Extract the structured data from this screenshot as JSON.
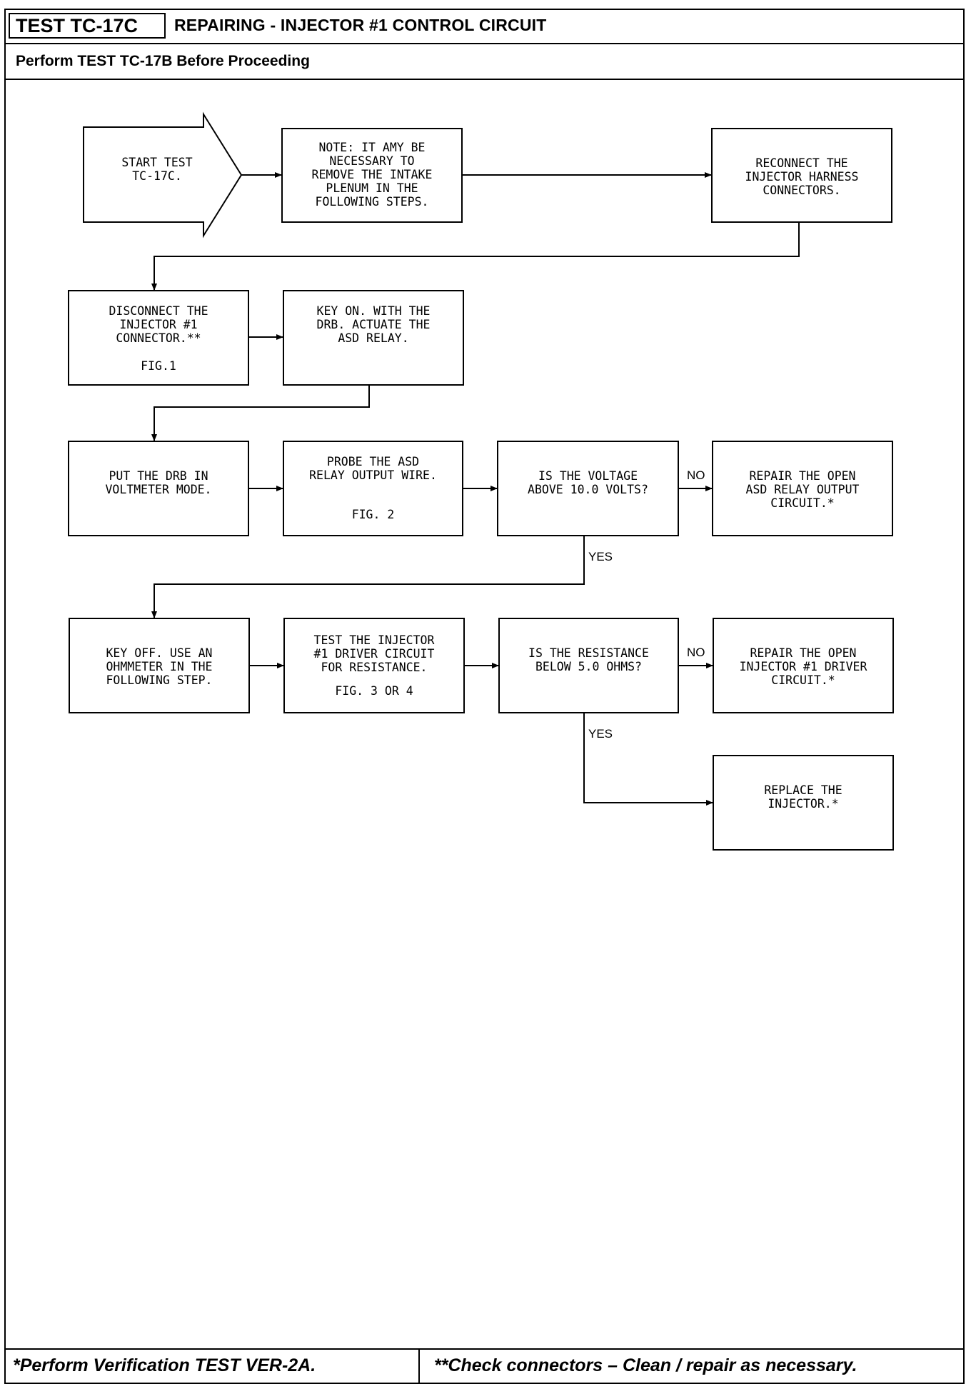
{
  "header": {
    "test_id": "TEST TC-17C",
    "title": "REPAIRING - INJECTOR #1 CONTROL CIRCUIT",
    "prerequisite": "Perform TEST TC-17B Before Proceeding"
  },
  "steps": {
    "start": "START TEST\nTC-17C.",
    "note": "NOTE: IT AMY BE\nNECESSARY TO\nREMOVE THE INTAKE\nPLENUM IN THE\nFOLLOWING STEPS.",
    "reconnect": "RECONNECT THE\nINJECTOR HARNESS\nCONNECTORS.",
    "disconnect": "DISCONNECT THE\nINJECTOR #1\nCONNECTOR.**",
    "disconnect_fig": "FIG.1",
    "key_on": "KEY ON. WITH THE\nDRB. ACTUATE THE\nASD RELAY.",
    "drb_voltmeter": "PUT THE DRB IN\nVOLTMETER MODE.",
    "probe": "PROBE THE ASD\nRELAY OUTPUT WIRE.",
    "probe_fig": "FIG. 2",
    "voltage_q": "IS THE VOLTAGE\nABOVE 10.0 VOLTS?",
    "repair_asd": "REPAIR THE OPEN\nASD RELAY OUTPUT\nCIRCUIT.*",
    "key_off": "KEY OFF. USE AN\nOHMMETER IN THE\nFOLLOWING STEP.",
    "test_driver": "TEST THE INJECTOR\n#1 DRIVER CIRCUIT\nFOR RESISTANCE.",
    "test_driver_fig": "FIG. 3 OR 4",
    "resistance_q": "IS THE RESISTANCE\nBELOW 5.0 OHMS?",
    "repair_driver": "REPAIR THE OPEN\nINJECTOR #1 DRIVER\nCIRCUIT.*",
    "replace": "REPLACE THE\nINJECTOR.*"
  },
  "labels": {
    "no_1": "NO",
    "yes_1": "YES",
    "no_2": "NO",
    "yes_2": "YES"
  },
  "footer": {
    "left": "*Perform Verification TEST VER-2A.",
    "right": "**Check connectors – Clean / repair as necessary."
  }
}
